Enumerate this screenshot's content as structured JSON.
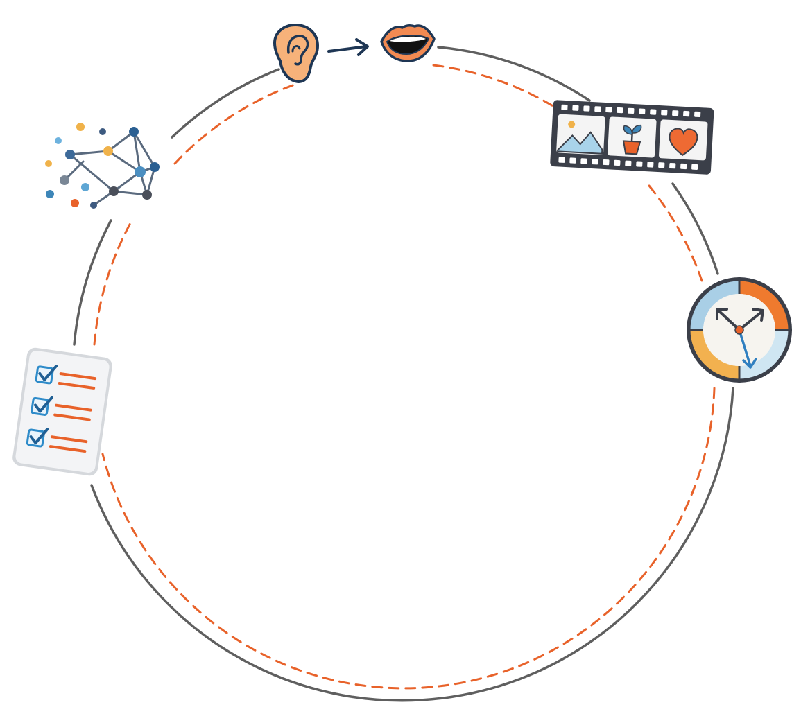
{
  "colors": {
    "outer_ring": "#5f5f5f",
    "inner_ring_dashed": "#e8622a",
    "navy": "#1e3654",
    "orange": "#e8622a",
    "skin": "#f7b27a",
    "light_blue": "#a9d3ea",
    "mid_blue": "#3d86b8",
    "amber": "#f0b24a",
    "slate": "#4a4f5a"
  },
  "nodes": [
    {
      "id": "ear",
      "icon": "ear-icon"
    },
    {
      "id": "arrow",
      "icon": "arrow-right-icon"
    },
    {
      "id": "mouth",
      "icon": "mouth-icon"
    },
    {
      "id": "filmstrip",
      "icon": "filmstrip-icon"
    },
    {
      "id": "clock",
      "icon": "clock-arrows-icon"
    },
    {
      "id": "checklist",
      "icon": "checklist-icon"
    },
    {
      "id": "network",
      "icon": "neural-network-icon"
    }
  ]
}
